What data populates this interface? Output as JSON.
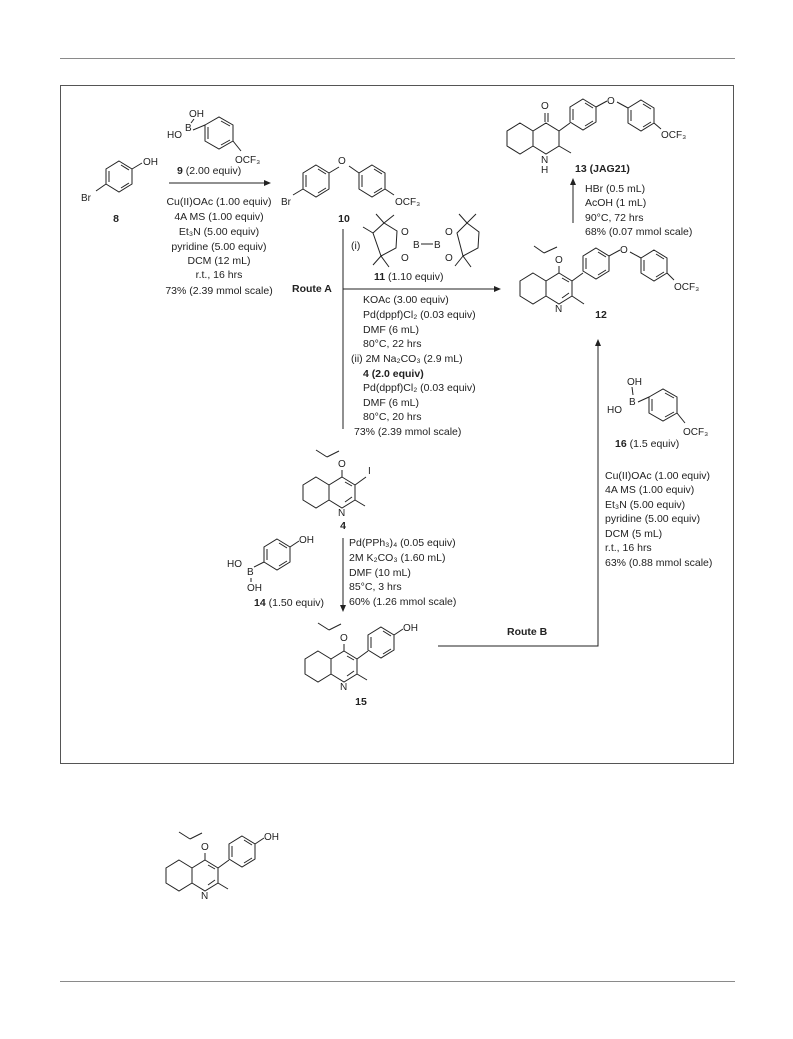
{
  "scheme": {
    "compound_8": "8",
    "compound_9_label": "9",
    "compound_9_amount": "(2.00 equiv)",
    "step1_conditions": [
      "Cu(II)OAc (1.00 equiv)",
      "4A MS (1.00 equiv)",
      "Et₃N (5.00 equiv)",
      "pyridine (5.00 equiv)",
      "DCM (12 mL)",
      "r.t., 16 hrs",
      "73% (2.39 mmol scale)"
    ],
    "compound_10": "10",
    "route_a": "Route A",
    "route_a_step_i": "(i)",
    "compound_11_label": "11",
    "compound_11_amount": "(1.10 equiv)",
    "route_a_conditions": [
      "KOAc (3.00 equiv)",
      "Pd(dppf)Cl₂ (0.03 equiv)",
      "DMF (6 mL)",
      "80°C, 22 hrs",
      "(ii) 2M Na₂CO₃ (2.9 mL)",
      "4 (2.0 equiv)",
      "Pd(dppf)Cl₂ (0.03 equiv)",
      "DMF (6 mL)",
      "80°C, 20 hrs",
      "73% (2.39 mmol scale)"
    ],
    "compound_13_label": "13",
    "compound_13_name": "(JAG21)",
    "step_13_conditions": [
      "HBr (0.5 mL)",
      "AcOH (1 mL)",
      "90°C, 72 hrs",
      "68% (0.07 mmol scale)"
    ],
    "compound_12": "12",
    "compound_16_label": "16",
    "compound_16_amount": "(1.5 equiv)",
    "route_b_conditions": [
      "Cu(II)OAc (1.00 equiv)",
      "4A MS (1.00 equiv)",
      "Et₃N (5.00 equiv)",
      "pyridine (5.00 equiv)",
      "DCM (5 mL)",
      "r.t., 16 hrs",
      "63% (0.88 mmol scale)"
    ],
    "compound_4": "4",
    "compound_14_label": "14",
    "compound_14_amount": "(1.50 equiv)",
    "step_15_conditions": [
      "Pd(PPh₃)₄ (0.05 equiv)",
      "2M K₂CO₃ (1.60 mL)",
      "DMF (10 mL)",
      "85°C, 3 hrs",
      "60% (1.26 mmol scale)"
    ],
    "compound_15": "15",
    "route_b": "Route B"
  },
  "atoms": {
    "oh": "OH",
    "ho": "HO",
    "b": "B",
    "o": "O",
    "br": "Br",
    "ocf3": "OCF₃",
    "n": "N",
    "h": "H",
    "i": "I"
  }
}
